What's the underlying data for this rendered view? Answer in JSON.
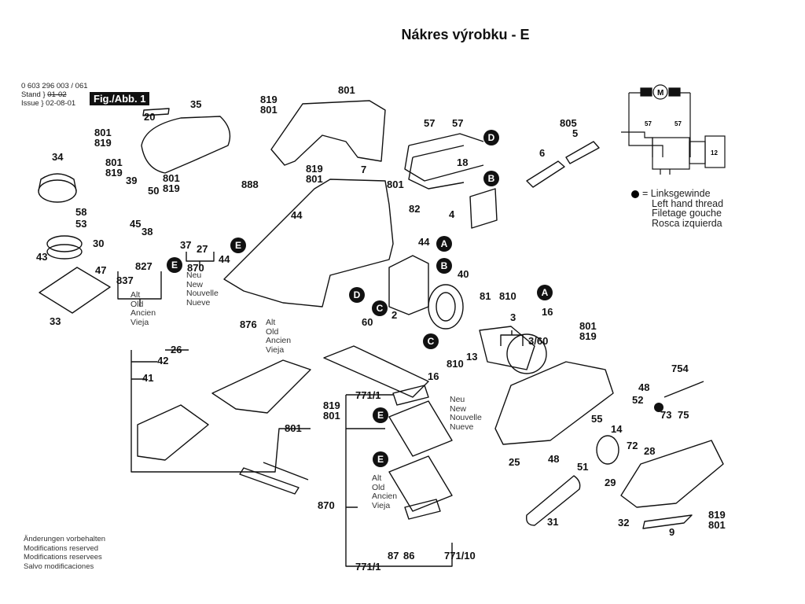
{
  "title": "Nákres výrobku - E",
  "meta": {
    "part_number": "0 603 296 003 / 061",
    "stand_label": "Stand",
    "stand_value": "01-02",
    "issue_label": "Issue",
    "issue_value": "02-08-01",
    "figure_label": "Fig./Abb. 1"
  },
  "footer": {
    "lines": [
      "Änderungen vorbehalten",
      "Modifications reserved",
      "Modifications reservees",
      "Salvo modificaciones"
    ]
  },
  "legend": {
    "symbol": "left-hand-thread-dot",
    "lines": [
      "= Linksgewinde",
      "Left hand thread",
      "Filetage gouche",
      "Rosca izquierda"
    ]
  },
  "schematic": {
    "motor_label": "M",
    "wire_labels": [
      "57",
      "57"
    ],
    "switch_label": "12"
  },
  "notes": {
    "old": "Alt\nOld\nAncien\nVieja",
    "new": "Neu\nNew\nNouvelle\nNueve"
  },
  "labels": [
    {
      "id": "p20",
      "text": "20"
    },
    {
      "id": "p35",
      "text": "35"
    },
    {
      "id": "p801a",
      "text": "801\n819"
    },
    {
      "id": "p34",
      "text": "34"
    },
    {
      "id": "p801b",
      "text": "801\n819"
    },
    {
      "id": "p39",
      "text": "39"
    },
    {
      "id": "p801c",
      "text": "801\n819"
    },
    {
      "id": "p50",
      "text": "50"
    },
    {
      "id": "p58",
      "text": "58"
    },
    {
      "id": "p53",
      "text": "53"
    },
    {
      "id": "p45",
      "text": "45"
    },
    {
      "id": "p38",
      "text": "38"
    },
    {
      "id": "p30",
      "text": "30"
    },
    {
      "id": "p43",
      "text": "43"
    },
    {
      "id": "p47",
      "text": "47"
    },
    {
      "id": "p33",
      "text": "33"
    },
    {
      "id": "p837",
      "text": "837"
    },
    {
      "id": "p827",
      "text": "827"
    },
    {
      "id": "p37",
      "text": "37"
    },
    {
      "id": "p27",
      "text": "27"
    },
    {
      "id": "p870a",
      "text": "870"
    },
    {
      "id": "p44a",
      "text": "44"
    },
    {
      "id": "p819t",
      "text": "819\n801"
    },
    {
      "id": "p801t",
      "text": "801"
    },
    {
      "id": "p819m",
      "text": "819\n801"
    },
    {
      "id": "p7",
      "text": "7"
    },
    {
      "id": "p888",
      "text": "888"
    },
    {
      "id": "p801h",
      "text": "801"
    },
    {
      "id": "p44b",
      "text": "44"
    },
    {
      "id": "p82",
      "text": "82"
    },
    {
      "id": "p44c",
      "text": "44"
    },
    {
      "id": "p57a",
      "text": "57"
    },
    {
      "id": "p57b",
      "text": "57"
    },
    {
      "id": "p18",
      "text": "18"
    },
    {
      "id": "p4",
      "text": "4"
    },
    {
      "id": "p805",
      "text": "805"
    },
    {
      "id": "p5",
      "text": "5"
    },
    {
      "id": "p6",
      "text": "6"
    },
    {
      "id": "p40",
      "text": "40"
    },
    {
      "id": "p2",
      "text": "2"
    },
    {
      "id": "p60",
      "text": "60"
    },
    {
      "id": "p81",
      "text": "81"
    },
    {
      "id": "p810a",
      "text": "810"
    },
    {
      "id": "p16a",
      "text": "16"
    },
    {
      "id": "p13",
      "text": "13"
    },
    {
      "id": "p810b",
      "text": "810"
    },
    {
      "id": "p16b",
      "text": "16"
    },
    {
      "id": "p3",
      "text": "3"
    },
    {
      "id": "p360",
      "text": "3/60"
    },
    {
      "id": "p801r",
      "text": "801\n819"
    },
    {
      "id": "p876",
      "text": "876"
    },
    {
      "id": "p26",
      "text": "26"
    },
    {
      "id": "p42",
      "text": "42"
    },
    {
      "id": "p41",
      "text": "41"
    },
    {
      "id": "p819s",
      "text": "819\n801"
    },
    {
      "id": "p801s",
      "text": "801"
    },
    {
      "id": "p7711a",
      "text": "771/1"
    },
    {
      "id": "p870b",
      "text": "870"
    },
    {
      "id": "p87",
      "text": "87"
    },
    {
      "id": "p86",
      "text": "86"
    },
    {
      "id": "p77110",
      "text": "771/10"
    },
    {
      "id": "p7711b",
      "text": "771/1"
    },
    {
      "id": "p754",
      "text": "754"
    },
    {
      "id": "p48a",
      "text": "48"
    },
    {
      "id": "p52",
      "text": "52"
    },
    {
      "id": "p73",
      "text": "73"
    },
    {
      "id": "p75",
      "text": "75"
    },
    {
      "id": "p55",
      "text": "55"
    },
    {
      "id": "p14",
      "text": "14"
    },
    {
      "id": "p28",
      "text": "28"
    },
    {
      "id": "p25",
      "text": "25"
    },
    {
      "id": "p48b",
      "text": "48"
    },
    {
      "id": "p51",
      "text": "51"
    },
    {
      "id": "p72",
      "text": "72"
    },
    {
      "id": "p29",
      "text": "29"
    },
    {
      "id": "p31",
      "text": "31"
    },
    {
      "id": "p32",
      "text": "32"
    },
    {
      "id": "p9",
      "text": "9"
    },
    {
      "id": "p819z",
      "text": "819\n801"
    }
  ],
  "badges": [
    {
      "id": "bD1",
      "text": "D"
    },
    {
      "id": "bB1",
      "text": "B"
    },
    {
      "id": "bE1",
      "text": "E"
    },
    {
      "id": "bE2",
      "text": "E"
    },
    {
      "id": "bA1",
      "text": "A"
    },
    {
      "id": "bB2",
      "text": "B"
    },
    {
      "id": "bD2",
      "text": "D"
    },
    {
      "id": "bC1",
      "text": "C"
    },
    {
      "id": "bA2",
      "text": "A"
    },
    {
      "id": "bC2",
      "text": "C"
    },
    {
      "id": "bE3",
      "text": "E"
    },
    {
      "id": "bE4",
      "text": "E"
    }
  ]
}
